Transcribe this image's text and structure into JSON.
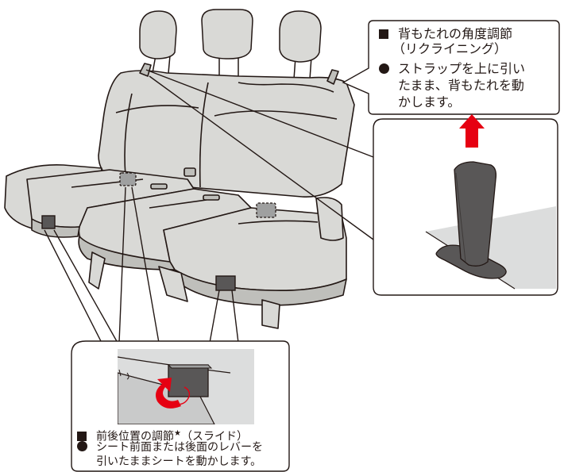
{
  "recline_callout": {
    "heading": "背もたれの角度調節",
    "heading_sub": "（リクライニング）",
    "instruction_line1": "ストラップを上に引い",
    "instruction_line2": "たまま、背もたれを動",
    "instruction_line3": "かします。",
    "heading_icon": "square-bullet-icon",
    "instruction_icon": "circle-bullet-icon",
    "arrow_color": "#e60012"
  },
  "slide_callout": {
    "heading": "前後位置の調節",
    "heading_mark": "★",
    "heading_suffix": "（スライド）",
    "instruction_line1": "シート前面または後面のレバーを",
    "instruction_line2": "引いたままシートを動かします。",
    "heading_icon": "square-bullet-icon",
    "instruction_icon": "circle-bullet-icon",
    "arrow_color": "#e60012"
  },
  "colors": {
    "seat_fill": "#d9d9d6",
    "seat_shade": "#bfbfbb",
    "outline": "#231815",
    "strap": "#595757",
    "inset_bg": "#dcdddd"
  }
}
